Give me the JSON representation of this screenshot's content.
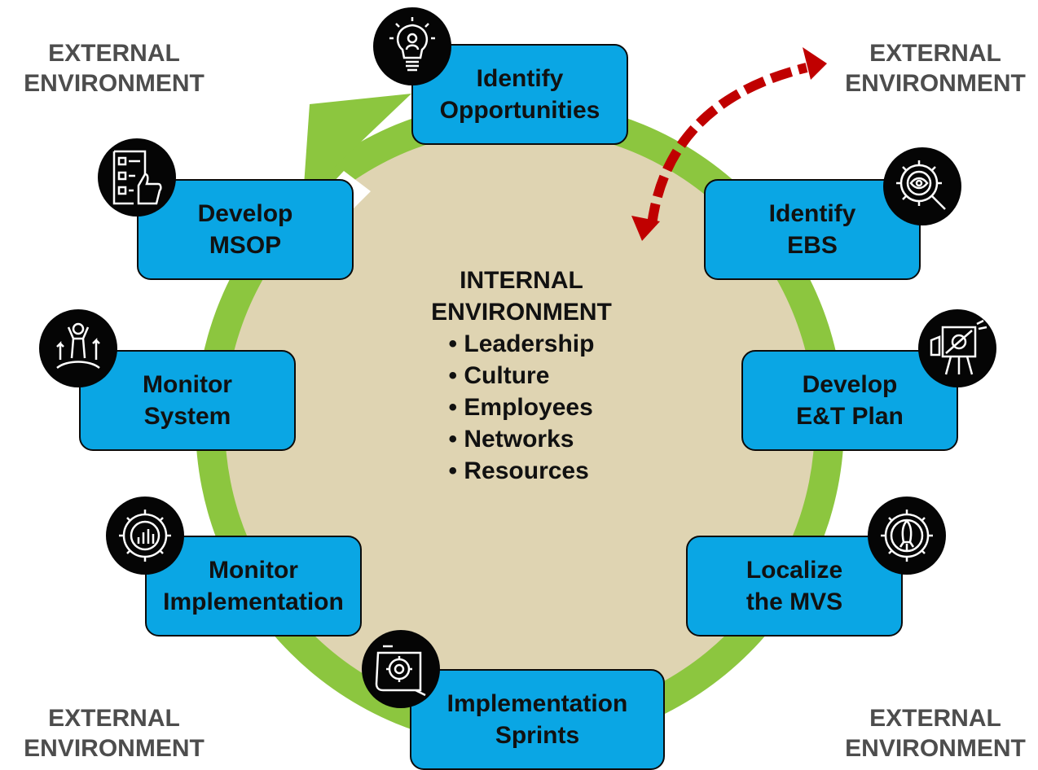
{
  "external": {
    "top_left": [
      "EXTERNAL",
      "ENVIRONMENT"
    ],
    "top_right": [
      "EXTERNAL",
      "ENVIRONMENT"
    ],
    "bottom_left": [
      "EXTERNAL",
      "ENVIRONMENT"
    ],
    "bottom_right": [
      "EXTERNAL",
      "ENVIRONMENT"
    ]
  },
  "internal": {
    "title_line1": "INTERNAL",
    "title_line2": "ENVIRONMENT",
    "items": [
      "Leadership",
      "Culture",
      "Employees",
      "Networks",
      "Resources"
    ]
  },
  "steps": [
    {
      "line1": "Identify",
      "line2": "Opportunities",
      "icon": "lightbulb-icon"
    },
    {
      "line1": "Identify",
      "line2": "EBS",
      "icon": "gear-eye-icon"
    },
    {
      "line1": "Develop",
      "line2": "E&T Plan",
      "icon": "easel-plan-icon"
    },
    {
      "line1": "Localize",
      "line2": "the MVS",
      "icon": "rocket-gear-icon"
    },
    {
      "line1": "Implementation",
      "line2": "Sprints",
      "icon": "blueprint-gear-icon"
    },
    {
      "line1": "Monitor",
      "line2": "Implementation",
      "icon": "gear-chart-icon"
    },
    {
      "line1": "Monitor",
      "line2": "System",
      "icon": "person-growth-icon"
    },
    {
      "line1": "Develop",
      "line2": "MSOP",
      "icon": "checklist-thumbs-up-icon"
    }
  ],
  "colors": {
    "ring": "#8cc63f",
    "inner": "#dfd4b2",
    "box": "#0aa6e4",
    "dashed_arrow": "#c00000",
    "external_text": "#4d4d4d"
  }
}
